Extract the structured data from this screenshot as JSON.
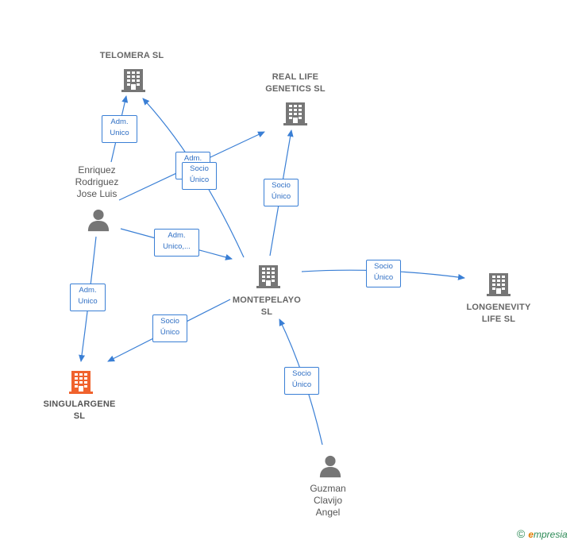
{
  "companies": {
    "telomera": {
      "label": "TELOMERA  SL"
    },
    "real_life": {
      "label": "REAL LIFE\nGENETICS  SL"
    },
    "montepelayo": {
      "label": "MONTEPELAYO\nSL"
    },
    "longenevity": {
      "label": "LONGENEVITY\nLIFE  SL"
    },
    "singulargene": {
      "label": "SINGULARGENE\nSL"
    }
  },
  "persons": {
    "enriquez": {
      "label": "Enriquez\nRodriguez\nJose Luis"
    },
    "guzman": {
      "label": "Guzman\nClavijo\nAngel"
    }
  },
  "edges": {
    "e1": {
      "label": "Adm.\nUnico"
    },
    "e2": {
      "label": "Adm.\nUnico"
    },
    "e3": {
      "label": "Socio\nÚnico"
    },
    "e4": {
      "label": "Socio\nÚnico"
    },
    "e5": {
      "label": "Adm.\nUnico,..."
    },
    "e6": {
      "label": "Socio\nÚnico"
    },
    "e7": {
      "label": "Adm.\nUnico"
    },
    "e8": {
      "label": "Socio\nÚnico"
    },
    "e9": {
      "label": "Socio\nÚnico"
    }
  },
  "colors": {
    "edge": "#3a7fd5",
    "building": "#767676",
    "focus_building": "#f0622d",
    "person": "#767676"
  },
  "brand": {
    "copyright": "©",
    "name_first": "e",
    "name_rest": "mpresia"
  }
}
